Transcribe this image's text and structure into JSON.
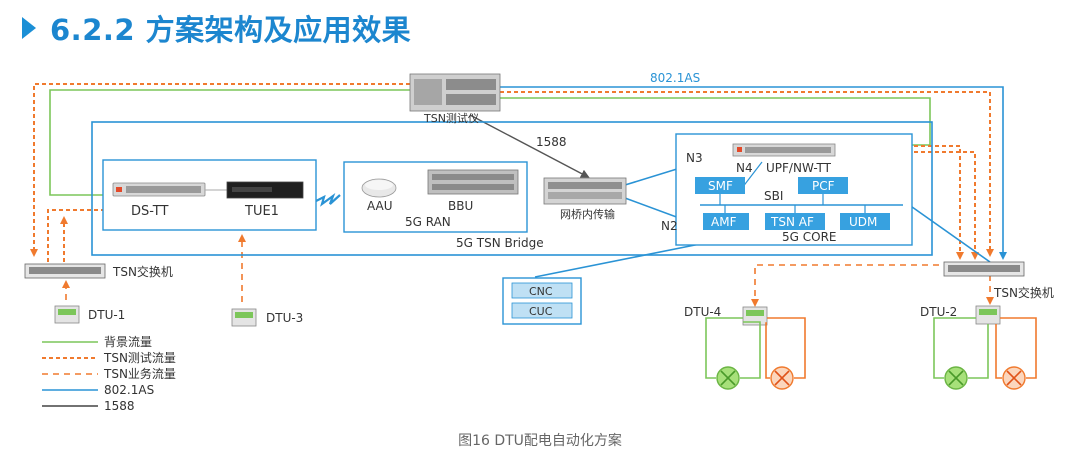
{
  "header": {
    "title": "6.2.2 方案架构及应用效果"
  },
  "diagram": {
    "tsn_tester": "TSN测试仪",
    "label_8021as_top": "802.1AS",
    "label_1588": "1588",
    "ds_tt": "DS-TT",
    "tue1": "TUE1",
    "aau": "AAU",
    "bbu": "BBU",
    "ran": "5G RAN",
    "bridge_transport": "网桥内传输",
    "tsn_bridge": "5G TSN Bridge",
    "n3": "N3",
    "n4": "N4",
    "n2": "N2",
    "upf": "UPF/NW-TT",
    "smf": "SMF",
    "pcf": "PCF",
    "sbi": "SBI",
    "amf": "AMF",
    "tsn_af": "TSN AF",
    "udm": "UDM",
    "core": "5G CORE",
    "cnc": "CNC",
    "cuc": "CUC",
    "switch_left": "TSN交换机",
    "switch_right": "TSN交换机",
    "dtu1": "DTU-1",
    "dtu2": "DTU-2",
    "dtu3": "DTU-3",
    "dtu4": "DTU-4"
  },
  "legend": [
    {
      "label": "背景流量",
      "color": "#7cc65a",
      "style": "solid"
    },
    {
      "label": "TSN测试流量",
      "color": "#f07a2e",
      "style": "dense-dash"
    },
    {
      "label": "TSN业务流量",
      "color": "#f07a2e",
      "style": "sparse-dash"
    },
    {
      "label": "802.1AS",
      "color": "#2a93d5",
      "style": "solid"
    },
    {
      "label": "1588",
      "color": "#444444",
      "style": "solid"
    }
  ],
  "caption": "图16  DTU配电自动化方案",
  "colors": {
    "blue": "#2a93d5",
    "green": "#7cc65a",
    "orange": "#f07a2e",
    "box_blue": "#2a93d5",
    "title_blue": "#1c86cf"
  }
}
